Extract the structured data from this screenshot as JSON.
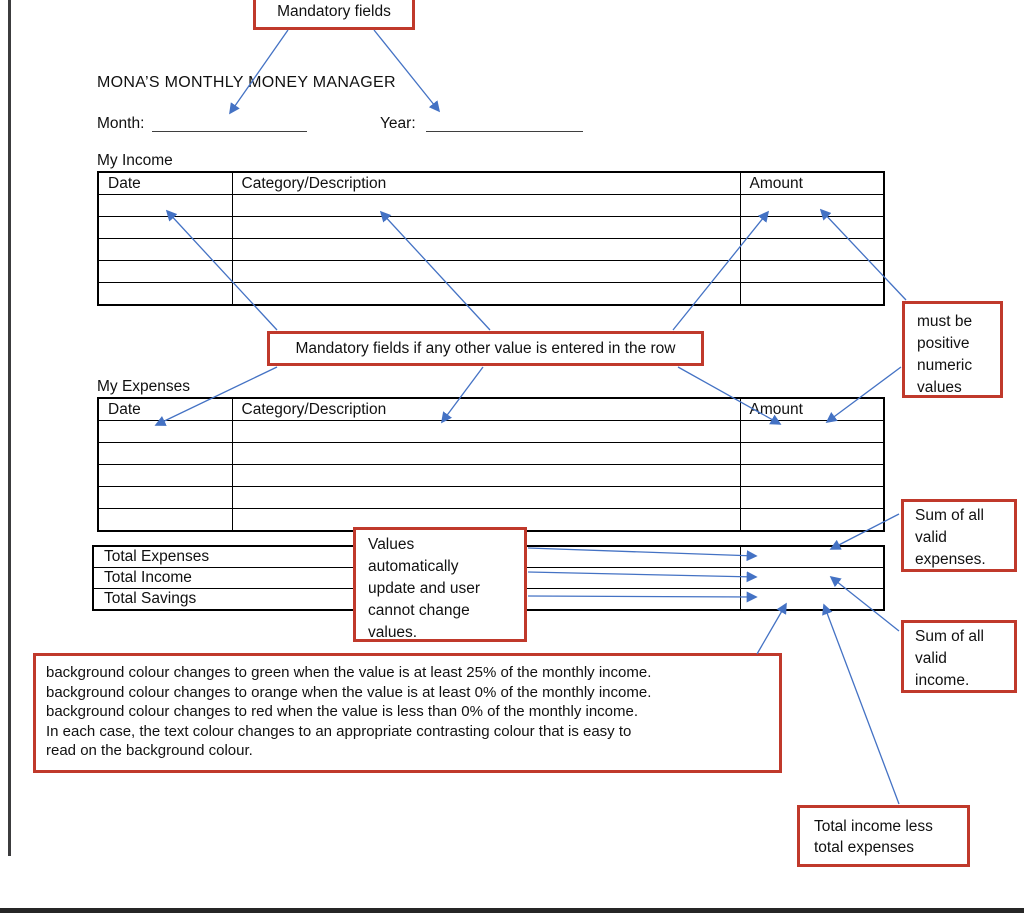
{
  "document": {
    "title": "MONA’S MONTHLY MONEY MANAGER",
    "month_label": "Month:",
    "month_value": "",
    "year_label": "Year:",
    "year_value": ""
  },
  "income": {
    "section_label": "My Income",
    "headers": [
      "Date",
      "Category/Description",
      "Amount"
    ],
    "row_count": 5
  },
  "expenses": {
    "section_label": "My Expenses",
    "headers": [
      "Date",
      "Category/Description",
      "Amount"
    ],
    "row_count": 5
  },
  "totals": {
    "rows": [
      {
        "label": "Total Expenses",
        "value": ""
      },
      {
        "label": "Total Income",
        "value": ""
      },
      {
        "label": "Total Savings",
        "value": ""
      }
    ]
  },
  "annotations": {
    "mandatory_fields": {
      "lines": [
        "Mandatory fields"
      ]
    },
    "mandatory_row": {
      "lines": [
        "Mandatory fields if any other value is entered in the row"
      ]
    },
    "positive_numeric": {
      "lines": [
        "must be",
        "positive",
        "numeric",
        "values"
      ]
    },
    "auto_update": {
      "lines": [
        "Values",
        "automatically",
        "update and user",
        "cannot change",
        "values."
      ]
    },
    "sum_expenses": {
      "lines": [
        "Sum of all",
        "valid",
        "expenses."
      ]
    },
    "sum_income": {
      "lines": [
        "Sum of all",
        "valid",
        "income."
      ]
    },
    "savings_rules": {
      "lines": [
        "background colour changes to green when the value is at least 25% of the monthly income.",
        "background colour changes to orange when the value is at least 0% of the monthly income.",
        "background colour changes to red when the value is less than 0% of the monthly income.",
        "In each case, the text colour changes to an appropriate contrasting colour that is easy to",
        "read on the background colour."
      ]
    },
    "savings_formula": {
      "lines": [
        "Total income less",
        "total expenses"
      ]
    }
  },
  "colors": {
    "annotation_border": "#c0392b",
    "arrow_blue": "#4472c4",
    "table_border": "#000000"
  }
}
